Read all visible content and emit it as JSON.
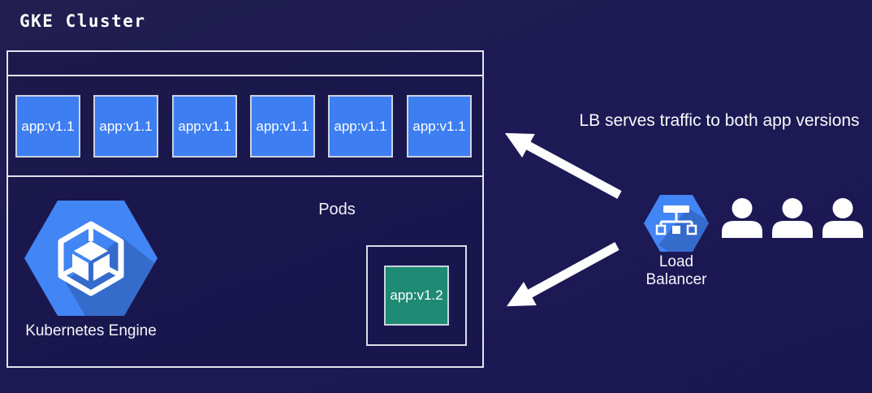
{
  "title": "GKE Cluster",
  "cluster": {
    "pods": [
      "app:v1.1",
      "app:v1.1",
      "app:v1.1",
      "app:v1.1",
      "app:v1.1",
      "app:v1.1"
    ],
    "pods_label": "Pods",
    "canary_pod_label": "app:v1.2",
    "gke_label": "Kubernetes Engine"
  },
  "annotation": "LB serves traffic to both app versions",
  "load_balancer": {
    "label": "Load Balancer",
    "icon": "load-balancer-icon"
  },
  "users": {
    "icon": "user-icon",
    "count": 3
  },
  "icons": {
    "kubernetes_engine": "kubernetes-engine-icon"
  },
  "colors": {
    "background": "#1d1a55",
    "pod_blue": "#3d7ef2",
    "pod_green": "#1f8a74",
    "gcp_blue": "#4285f4",
    "border_light": "#e3e3ee",
    "arrow_white": "#ffffff"
  }
}
